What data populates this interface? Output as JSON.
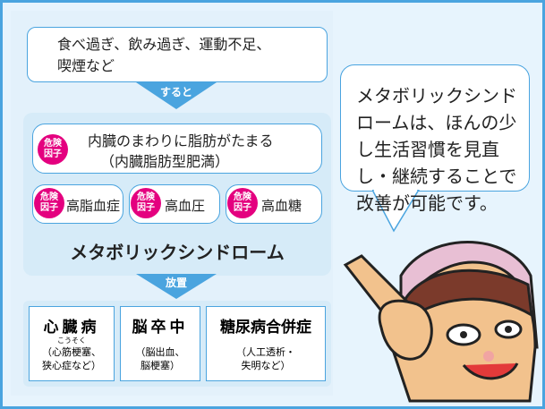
{
  "causes": {
    "text": "食べ過ぎ、飲み過ぎ、運動不足、\n喫煙など",
    "arrow_label": "すると"
  },
  "risk_badge": "危険\n因子",
  "visceral": {
    "line1": "内臓のまわりに脂肪がたまる",
    "line2": "（内臓脂肪型肥満）"
  },
  "conditions": [
    "高脂血症",
    "高血圧",
    "高血糖"
  ],
  "syndrome": "メタボリックシンドローム",
  "neglect_label": "放置",
  "outcomes": [
    {
      "title": "心臓病",
      "ruby": "こうそく",
      "detail": "（心筋梗塞、\n狭心症など）"
    },
    {
      "title": "脳卒中",
      "detail": "（脳出血、\n脳梗塞）"
    },
    {
      "title": "糖尿病合併症",
      "detail": "（人工透析・\n失明など）"
    }
  ],
  "speech": "メタボリックシンドロームは、ほんの少し生活習慣を見直し・継続することで改善が可能です。",
  "colors": {
    "accent": "#4aa4df",
    "risk": "#e4007f",
    "panel": "#e3f1fb"
  }
}
